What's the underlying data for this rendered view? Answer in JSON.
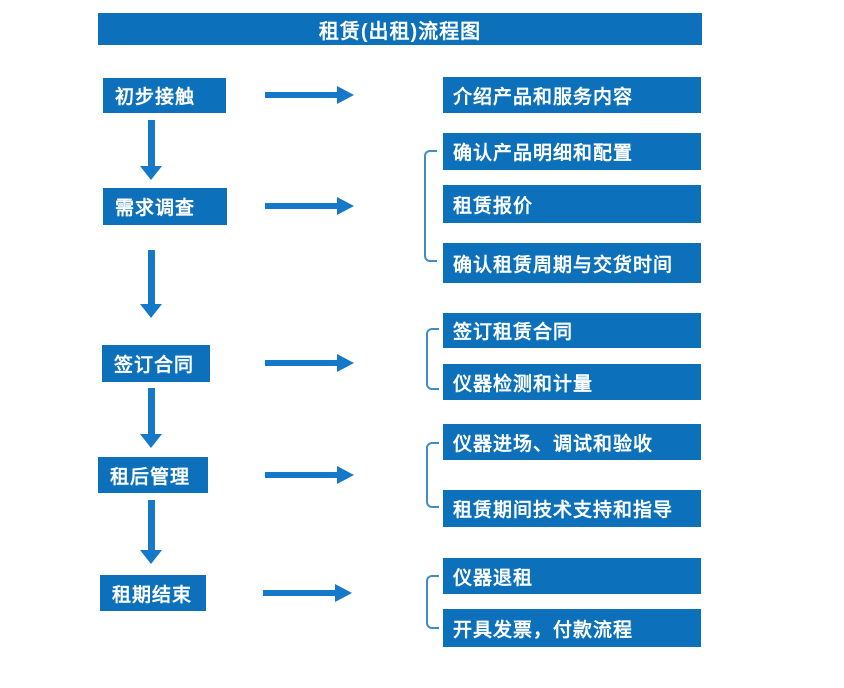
{
  "title": "租赁(出租)流程图",
  "colors": {
    "box_blue": "#0C71BA",
    "arrow_blue": "#1678C8",
    "bracket_blue": "#3F8CC9",
    "text": "#FFFFFF",
    "background": "#FFFFFF"
  },
  "steps": [
    {
      "label": "初步接触",
      "details": [
        "介绍产品和服务内容"
      ]
    },
    {
      "label": "需求调查",
      "details": [
        "确认产品明细和配置",
        "租赁报价",
        "确认租赁周期与交货时间"
      ]
    },
    {
      "label": "签订合同",
      "details": [
        "签订租赁合同",
        "仪器检测和计量"
      ]
    },
    {
      "label": "租后管理",
      "details": [
        "仪器进场、调试和验收",
        "租赁期间技术支持和指导"
      ]
    },
    {
      "label": "租期结束",
      "details": [
        "仪器退租",
        "开具发票，付款流程"
      ]
    }
  ]
}
